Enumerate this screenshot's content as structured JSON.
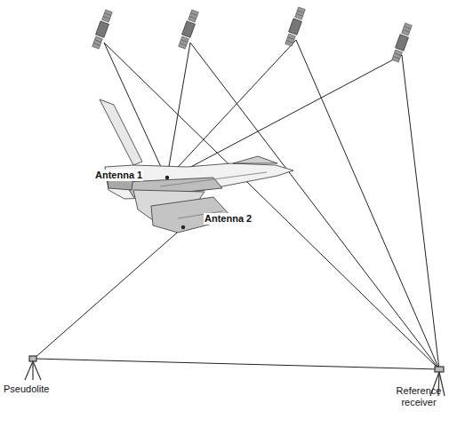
{
  "diagram": {
    "labels": [
      "Antenna 1",
      "Antenna 2",
      "Pseudolite",
      "Reference receiver"
    ]
  }
}
